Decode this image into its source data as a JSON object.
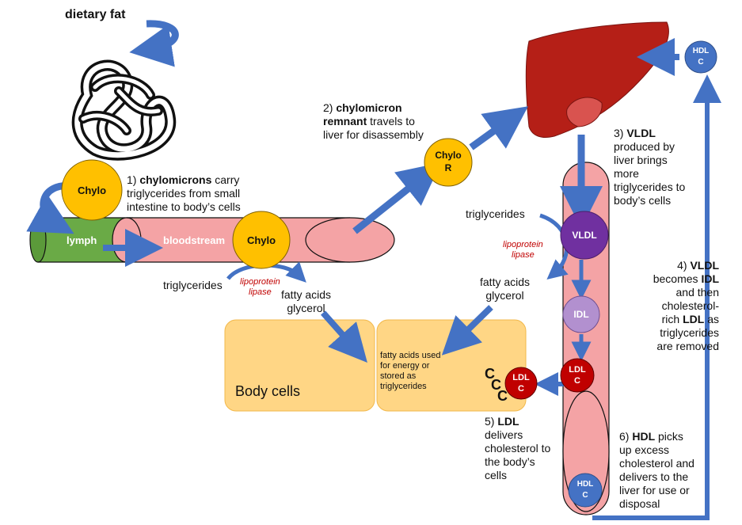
{
  "title": "dietary fat",
  "colors": {
    "liver": "#b51f17",
    "vessel_fill": "#f4a3a5",
    "lymph": "#6aaa46",
    "chylo": "#ffc000",
    "vldl": "#7030a0",
    "idl": "#b290cf",
    "ldl": "#c00000",
    "hdl": "#4472c4",
    "arrow": "#4472c4",
    "cells": "#ffd685",
    "lipase_text": "#c00000"
  },
  "molecules": {
    "chylo_top": "Chylo",
    "chylo_vessel": "Chylo",
    "chylo_r_line1": "Chylo",
    "chylo_r_line2": "R",
    "vldl": "VLDL",
    "idl": "IDL",
    "ldl_line1": "LDL",
    "ldl_line2": "C",
    "hdl_line1": "HDL",
    "hdl_line2": "C",
    "hdl_top_line1": "HDL",
    "hdl_top_line2": "C",
    "cholesterol_marks": [
      "C",
      "C",
      "C"
    ]
  },
  "vessels": {
    "lymph": "lymph",
    "bloodstream": "bloodstream"
  },
  "steps": {
    "s1": {
      "prefix": "1) ",
      "bold": "chylomicrons",
      "line1_rest": " carry",
      "line2": "triglycerides from small",
      "line3": "intestine to body’s cells"
    },
    "s2": {
      "prefix": "2) ",
      "bold1": "chylomicron",
      "bold2": "remnant",
      "line2_rest": " travels to",
      "line3": "liver for disassembly"
    },
    "s3": {
      "prefix": "3) ",
      "bold": "VLDL",
      "line2": "produced by",
      "line3": "liver brings",
      "line4": "more",
      "line5": "triglycerides to",
      "line6": "body’s cells"
    },
    "s4": {
      "prefix": "4) ",
      "bold1": "VLDL",
      "line2a": "becomes ",
      "bold2": "IDL",
      "line3": "and then",
      "line4": "cholesterol-",
      "line5a": "rich ",
      "bold3": "LDL",
      "line5b": " as",
      "line6": "triglycerides",
      "line7": "are removed"
    },
    "s5": {
      "prefix": "5) ",
      "bold": "LDL",
      "line2": "delivers",
      "line3": "cholesterol to",
      "line4": "the body’s",
      "line5": "cells"
    },
    "s6": {
      "prefix": "6) ",
      "bold": "HDL",
      "line1_rest": " picks",
      "line2": "up excess",
      "line3": "cholesterol and",
      "line4": "delivers to the",
      "line5": "liver for use or",
      "line6": "disposal"
    }
  },
  "labels": {
    "triglycerides_left": "triglycerides",
    "triglycerides_right": "triglycerides",
    "lipase_left_1": "lipoprotein",
    "lipase_left_2": "lipase",
    "lipase_right_1": "lipoprotein",
    "lipase_right_2": "lipase",
    "fa_left_1": "fatty acids",
    "fa_left_2": "glycerol",
    "fa_right_1": "fatty acids",
    "fa_right_2": "glycerol",
    "body_cells": "Body cells",
    "cell_text_1": "fatty acids used",
    "cell_text_2": "for energy or",
    "cell_text_3": "stored as",
    "cell_text_4": "triglycerides"
  }
}
